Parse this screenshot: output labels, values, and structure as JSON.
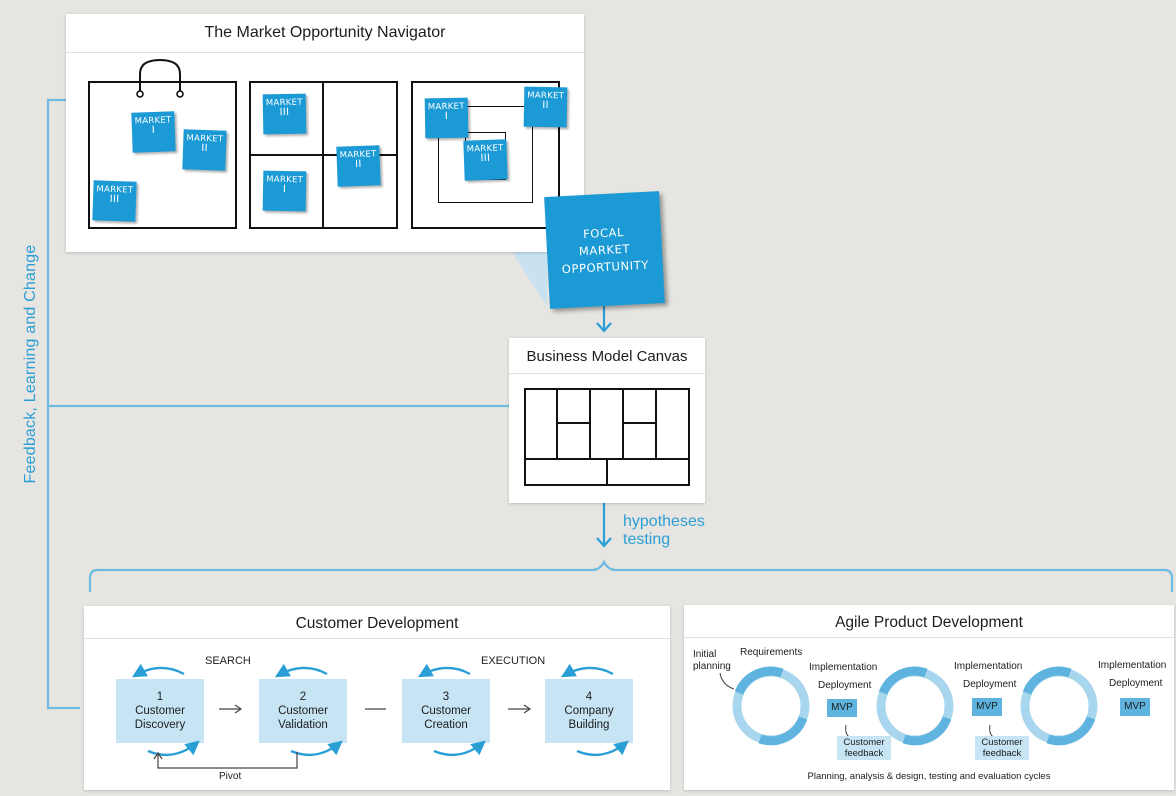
{
  "navigator": {
    "title": "The Market Opportunity Navigator",
    "notes": {
      "market_label": "MARKET",
      "i": "I",
      "ii": "II",
      "iii": "III"
    },
    "focal": {
      "line1": "FOCAL",
      "line2": "MARKET",
      "line3": "OPPORTUNITY"
    }
  },
  "canvas": {
    "title": "Business Model Canvas"
  },
  "feedback_label": "Feedback, Learning and Change",
  "hypotheses": {
    "line1": "hypotheses",
    "line2": "testing"
  },
  "customer_dev": {
    "title": "Customer Development",
    "search_label": "SEARCH",
    "execution_label": "EXECUTION",
    "steps": [
      {
        "num": "1",
        "line1": "Customer",
        "line2": "Discovery"
      },
      {
        "num": "2",
        "line1": "Customer",
        "line2": "Validation"
      },
      {
        "num": "3",
        "line1": "Customer",
        "line2": "Creation"
      },
      {
        "num": "4",
        "line1": "Company",
        "line2": "Building"
      }
    ],
    "pivot_label": "Pivot"
  },
  "agile": {
    "title": "Agile Product Development",
    "initial_planning_1": "Initial",
    "initial_planning_2": "planning",
    "requirements": "Requirements",
    "implementation": "Implementation",
    "deployment": "Deployment",
    "mvp": "MVP",
    "feedback_1": "Customer",
    "feedback_2": "feedback",
    "caption": "Planning, analysis & design, testing and evaluation cycles"
  },
  "colors": {
    "accent_blue": "#2a9fd6",
    "note_blue": "#1c9ad6",
    "light_blue": "#c6e4f4",
    "mid_blue": "#5fb4df",
    "background": "#e7e5e1"
  }
}
